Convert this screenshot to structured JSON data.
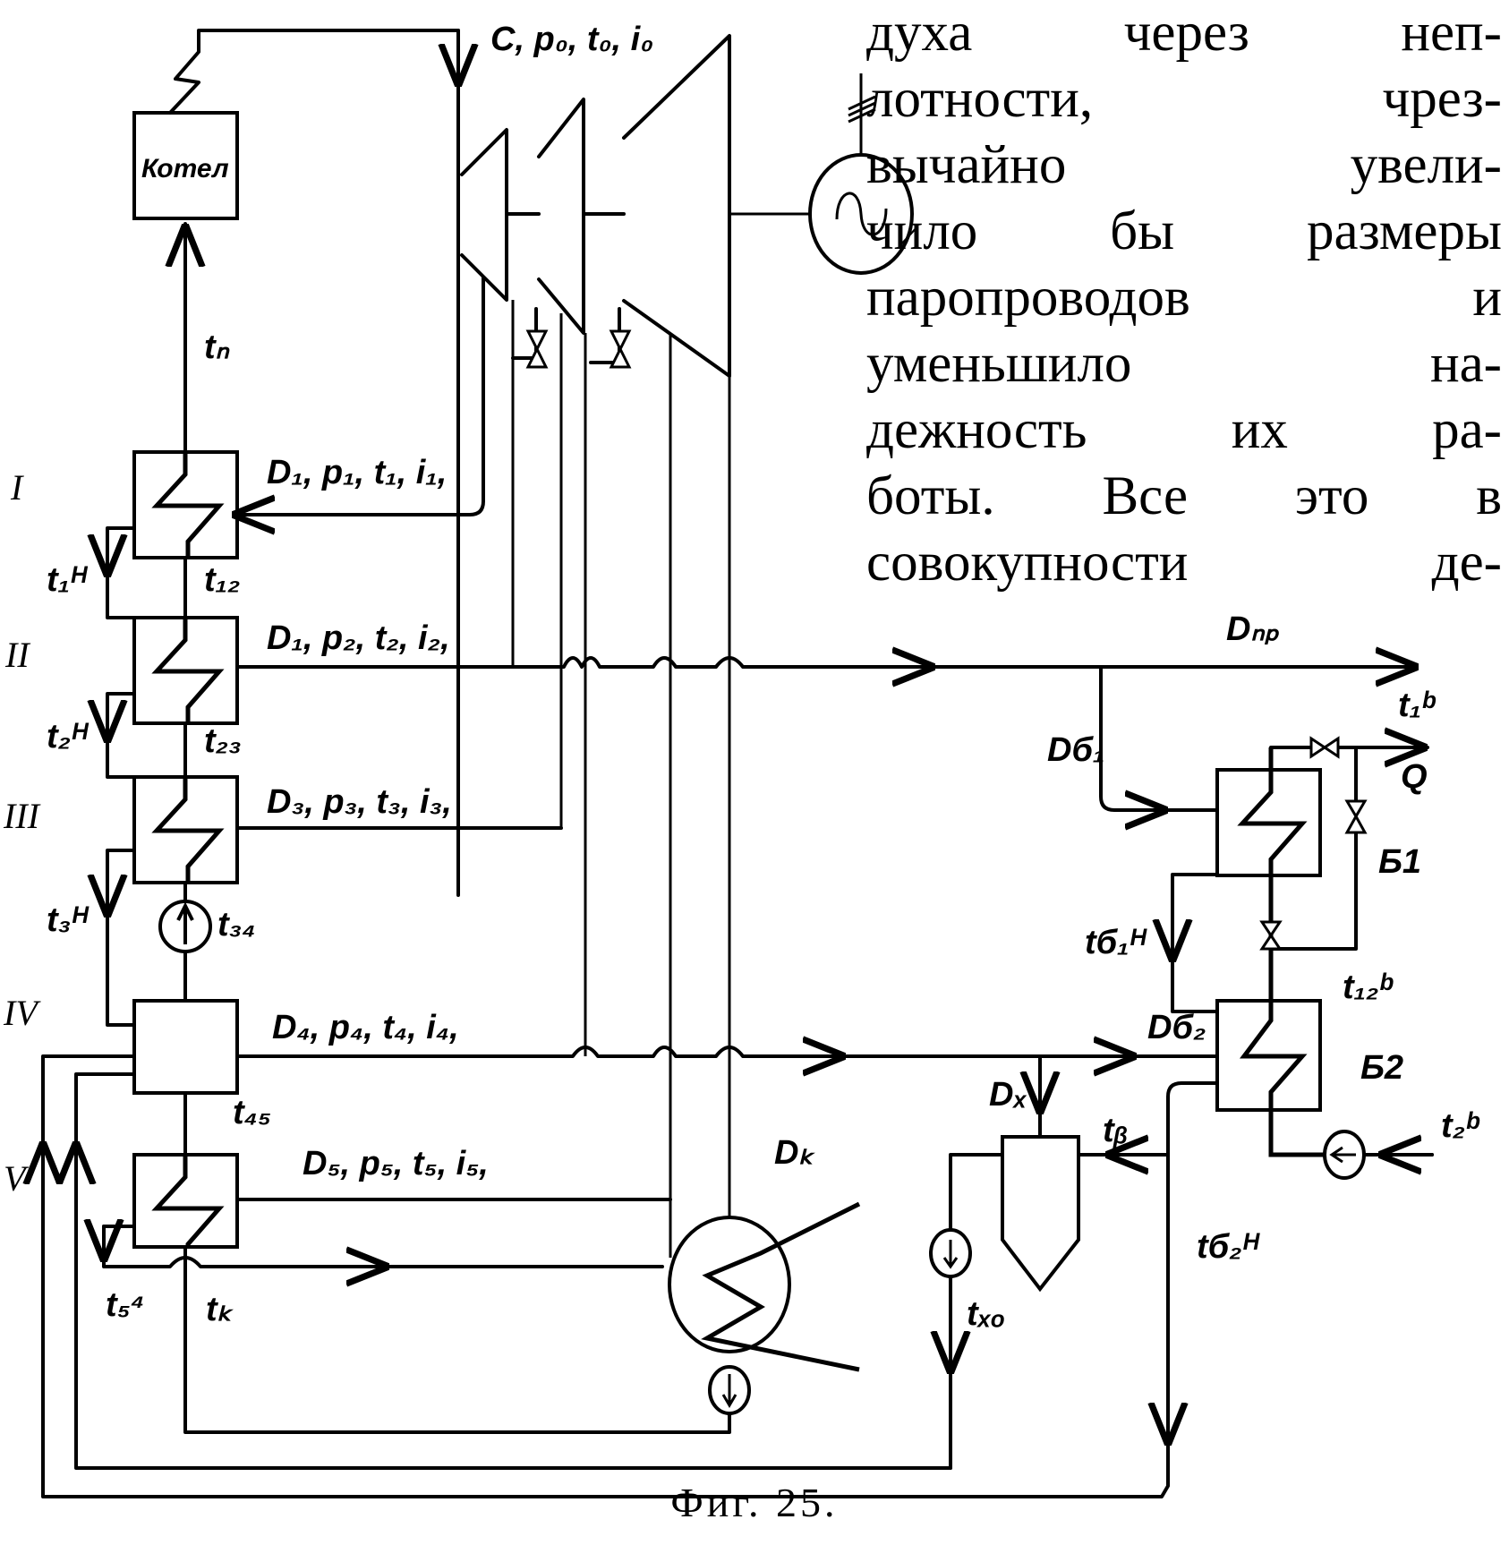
{
  "side_text": {
    "lines": [
      "духа через неп-",
      "лотности, чрез-",
      "вычайно увели-",
      "чило бы размеры",
      "паропроводов и",
      "уменьшило на-",
      "дежность их ра-",
      "боты. Все это в",
      "совокупности де-"
    ]
  },
  "figure": {
    "caption": "Фиг. 25.",
    "boiler_label": "Котел",
    "main_steam_label": "C, p₀, t₀, i₀",
    "feedwater_label": "tₙ",
    "heater_stage_labels": [
      "I",
      "II",
      "III",
      "IV",
      "V"
    ],
    "extraction_labels": [
      "D₁, p₁, t₁, i₁,",
      "D₁, p₂, t₂, i₂,",
      "D₃, p₃, t₃, i₃,",
      "D₄, p₄, t₄, i₄,",
      "D₅, p₅, t₅, i₅,"
    ],
    "drain_labels": [
      "t₁ᴴ",
      "t₂ᴴ",
      "t₃ᴴ",
      "t₅⁴"
    ],
    "interstage_temp_labels": [
      "t₁₂",
      "t₂₃",
      "t₃₄",
      "t₄₅",
      "tₖ"
    ],
    "process_steam_label": "Dₙₚ",
    "boiler_heater_labels": {
      "d_b1": "Dб₁",
      "d_b2": "Dб₂",
      "t1b": "t₁ᵇ",
      "q": "Q",
      "b1": "Б1",
      "b2": "Б2",
      "tb1h": "tб₁ᴴ",
      "t12b": "t₁₂ᵇ",
      "t2b": "t₂ᵇ",
      "tb2h": "tб₂ᴴ"
    },
    "condenser_label": "Dₖ",
    "makeup_labels": {
      "dx": "Dₓ",
      "tb": "tᵦ",
      "txo": "tₓₒ"
    }
  }
}
